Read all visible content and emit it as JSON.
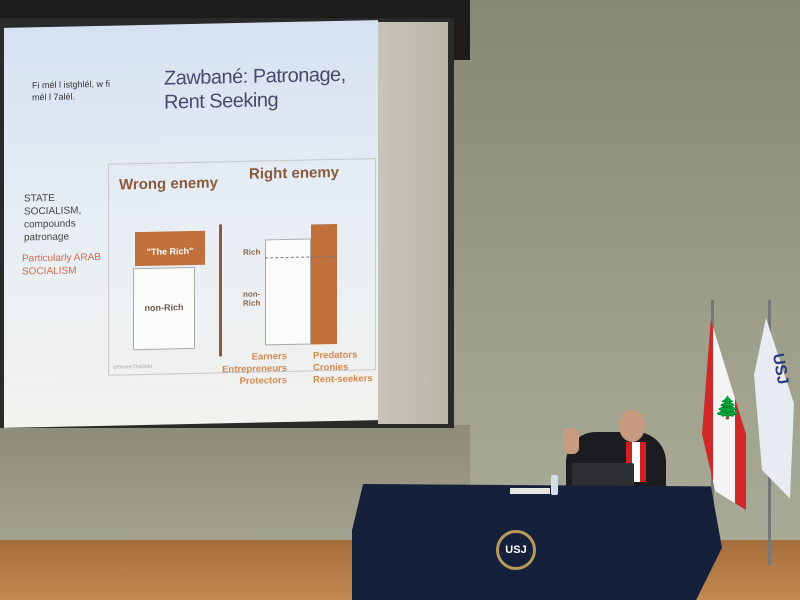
{
  "slide": {
    "title_line1": "Zawbané: Patronage,",
    "title_line2": "Rent Seeking",
    "note": "Fi mél l istghlél, w fi mél l 7alél.",
    "state_socialism": "STATE SOCIALISM, compounds patronage",
    "arab_socialism": "Particularly ARAB SOCIALISM",
    "diagram": {
      "wrong_heading": "Wrong enemy",
      "right_heading": "Right enemy",
      "the_rich": "\"The Rich\"",
      "non_rich": "non-Rich",
      "rich_label": "Rich",
      "non_rich_label": "non-Rich",
      "left_group": [
        "Earners",
        "Entrepreneurs",
        "Protectors"
      ],
      "right_group": [
        "Predators",
        "Cronies",
        "Rent-seekers"
      ],
      "watermark": "@BeaterTheDebt"
    }
  },
  "table_logo": "USJ",
  "flag_text": "USJ",
  "colors": {
    "accent": "#c0703a",
    "cloth": "#15203a"
  }
}
